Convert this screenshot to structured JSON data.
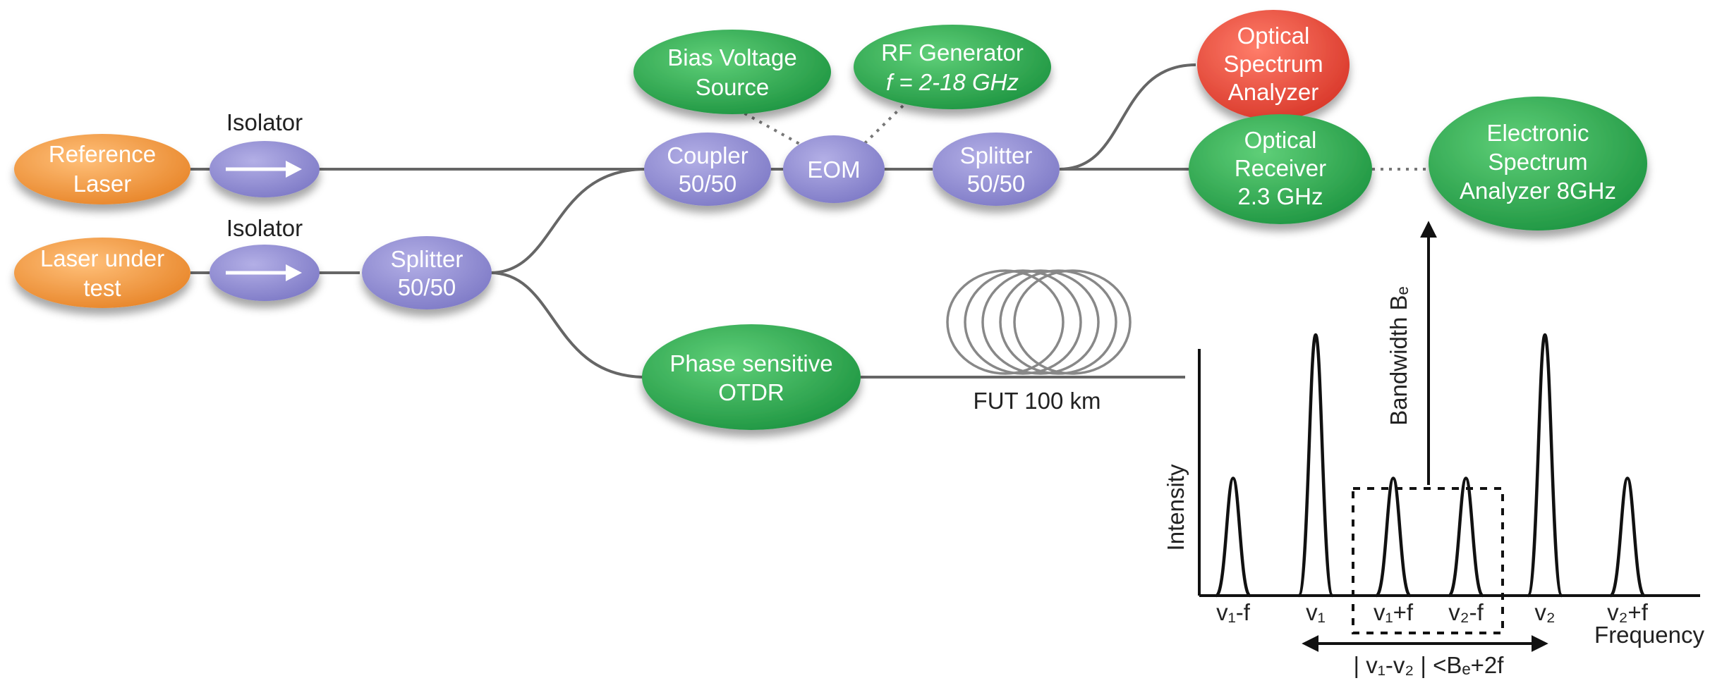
{
  "colors": {
    "orange": "#f39a3a",
    "purple": "#8e8ad0",
    "green": "#2aa54c",
    "red": "#e54a38",
    "fiber": "#666666"
  },
  "components": {
    "reference_laser": [
      "Reference",
      "Laser"
    ],
    "laser_under_test": [
      "Laser under",
      "test"
    ],
    "isolator_top": "Isolator",
    "isolator_bottom": "Isolator",
    "splitter_left": [
      "Splitter",
      "50/50"
    ],
    "coupler": [
      "Coupler",
      "50/50"
    ],
    "eom": "EOM",
    "splitter_right": [
      "Splitter",
      "50/50"
    ],
    "bias_voltage": [
      "Bias Voltage",
      "Source"
    ],
    "rf_generator": [
      "RF Generator",
      "f = 2-18 GHz"
    ],
    "osa": [
      "Optical",
      "Spectrum",
      "Analyzer"
    ],
    "optical_receiver": [
      "Optical",
      "Receiver",
      "2.3 GHz"
    ],
    "esa": [
      "Electronic",
      "Spectrum",
      "Analyzer 8GHz"
    ],
    "otdr": [
      "Phase sensitive",
      "OTDR"
    ],
    "fut_label": "FUT 100 km"
  },
  "spectrum": {
    "ylabel": "Intensity",
    "xlabel": "Frequency",
    "bandwidth_label": "Bandwidth Bₑ",
    "condition_label": "| v₁-v₂ | <Bₑ+2f",
    "peaks": [
      {
        "label": "v₁-f",
        "relative_height": 0.45
      },
      {
        "label": "v₁",
        "relative_height": 1.0
      },
      {
        "label": "v₁+f",
        "relative_height": 0.45
      },
      {
        "label": "v₂-f",
        "relative_height": 0.45
      },
      {
        "label": "v₂",
        "relative_height": 1.0
      },
      {
        "label": "v₂+f",
        "relative_height": 0.45
      }
    ]
  }
}
